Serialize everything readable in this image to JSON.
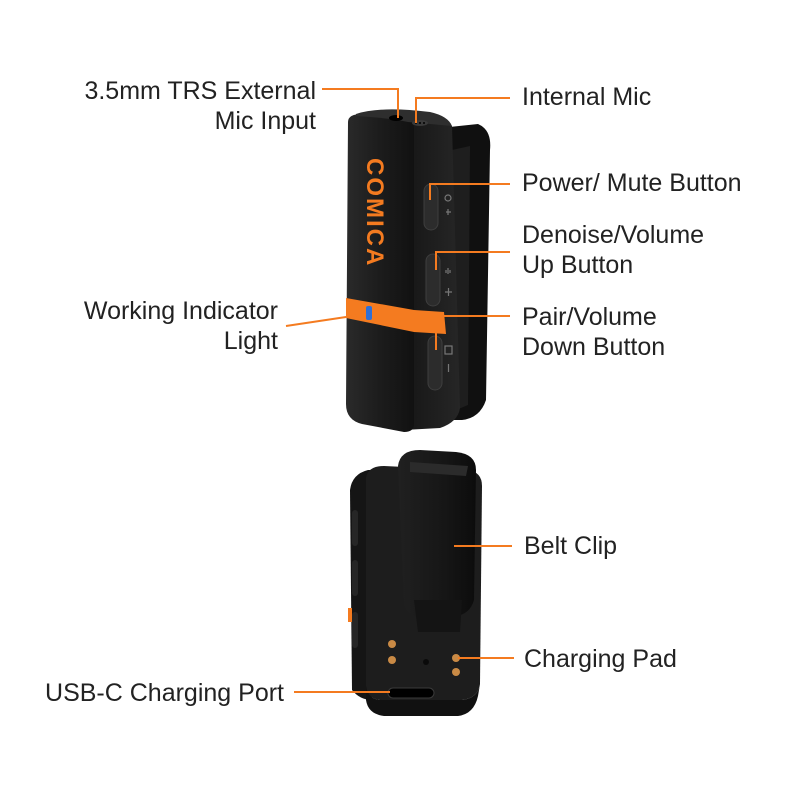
{
  "brand": {
    "logo_text": "COMICA",
    "accent_color": "#f47b20",
    "indicator_color": "#2f6fd6",
    "body_color": "#1a1a1a"
  },
  "callouts": {
    "external_mic_input": [
      "3.5mm TRS External",
      "Mic Input"
    ],
    "internal_mic": [
      "Internal Mic"
    ],
    "power_mute_button": [
      "Power/ Mute Button"
    ],
    "denoise_volume_up_button": [
      "Denoise/Volume",
      "Up Button"
    ],
    "working_indicator_light": [
      "Working Indicator",
      "Light"
    ],
    "pair_volume_down_button": [
      "Pair/Volume",
      "Down Button"
    ],
    "belt_clip": [
      "Belt Clip"
    ],
    "charging_pad": [
      "Charging Pad"
    ],
    "usb_c_charging_port": [
      "USB-C Charging Port"
    ]
  },
  "leader_color": "#f47b20"
}
